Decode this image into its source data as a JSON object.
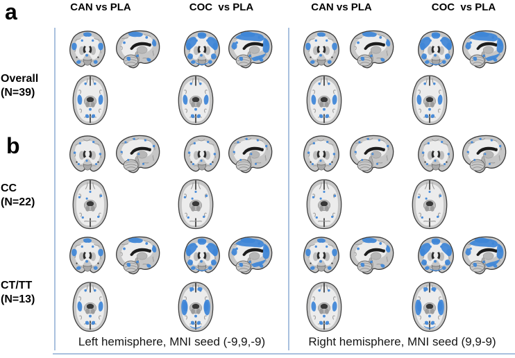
{
  "figure": {
    "panel_labels": {
      "a": "a",
      "b": "b"
    },
    "row_groups": [
      {
        "name": "Overall",
        "n": "(N=39)"
      },
      {
        "name": "CC",
        "n": "(N=22)"
      },
      {
        "name": "CT/TT",
        "n": "(N=13)"
      }
    ],
    "hemispheres": [
      {
        "headers": [
          "CAN vs PLA",
          "COC  vs PLA"
        ],
        "caption": "Left hemisphere, MNI seed (-9,9,-9)"
      },
      {
        "headers": [
          "CAN vs PLA",
          "COC  vs PLA"
        ],
        "caption": "Right hemisphere, MNI seed (9,9-9)"
      }
    ],
    "colors": {
      "activation_blue": "#3e86d8",
      "divider_blue": "#a9c0de",
      "text_black": "#000000"
    }
  }
}
